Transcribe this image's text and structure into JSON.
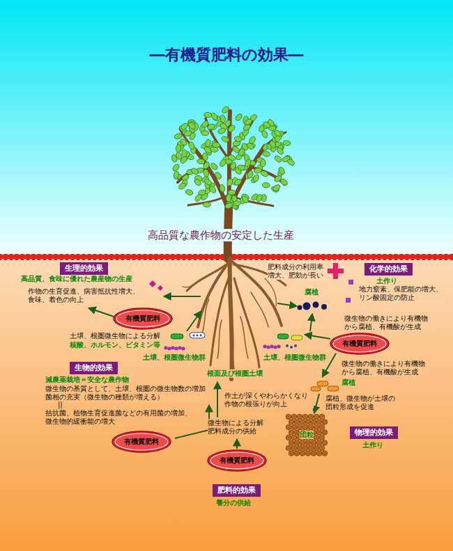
{
  "diagram": {
    "title": "―有機質肥料の効果―",
    "nodes": [
      {
        "text": [
          "生理的効果",
          "高品質、食味に優れた農産物の生産"
        ]
      },
      {
        "text": [
          "化学的効果",
          "土作り"
        ]
      },
      {
        "text": [
          "有機質肥料"
        ]
      },
      {
        "text": [
          "有機質肥料"
        ]
      },
      {
        "text": [
          "生物的効果",
          "減農薬栽培＝安全な農作物"
        ]
      },
      {
        "text": [
          "物理的効果",
          "土作り"
        ]
      },
      {
        "text": [
          "有機質肥料"
        ]
      },
      {
        "text": [
          "有機質肥料"
        ]
      },
      {
        "text": [
          "肥料的効果",
          "養分の供給"
        ]
      }
    ],
    "labels": [
      "高品質な農作物の安定した生産",
      "作物の生育促進、病害抵抗性増大、 食味、着色の向上",
      "土壌、根圏微生物による分解",
      "核酸、ホルモン、ビタミン等",
      "土壌、根圏微生物群",
      "根面及び根圏土壌",
      "土壌、根圏微生物群",
      "微生物の基質として、土壌、根圏の微生物数の増加 菌相の充実（微生物の種類が増える）",
      "||",
      "拮抗菌、植物生育促進菌などの有用菌の増加、 微生物的緩衝能の増大",
      "作土が深くやわらかくなり 作物の根張りが向上",
      "微生物による分解 肥料成分の供給",
      "肥料成分の利用率 増大、肥効が長い",
      "腐植",
      "地力窒素、保肥能の増大、 リン酸固定の防止",
      "微生物の働きにより有機物 から腐植、有機酸が生成",
      "微生物の働きにより有機物 から腐植、有機酸が生成",
      "腐植",
      "腐植、微生物が土壌の 団粒形成を促進",
      "団粒"
    ]
  }
}
